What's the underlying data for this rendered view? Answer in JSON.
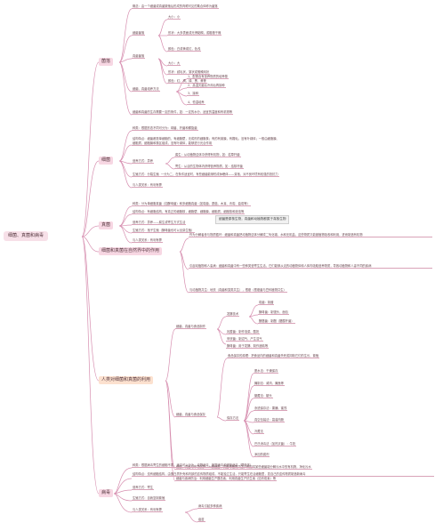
{
  "central": "细菌、真菌和病毒",
  "colors": {
    "edge": "#d78fb0",
    "pink_topic": "#f7d7e3",
    "peach_topic": "#fce1cf"
  },
  "s1": {
    "title": "菌落",
    "concept": "概念：由一个细菌或真菌繁殖后形成的肉眼可见的集合体称为菌落",
    "bac": {
      "label": "细菌菌落",
      "items": [
        "大小：小",
        "形状：大多表面或光滑黏稠，或粗糙干燥",
        "颜色：白或黄或红，色浅"
      ]
    },
    "fun": {
      "label": "真菌菌落",
      "items": [
        "大小：大",
        "形状：绒毛状、絮状或蜘蛛网状",
        "颜色：红、褐、绿、黑、黄等"
      ]
    },
    "cul": {
      "label": "细菌、真菌培养方法",
      "items": [
        "1、配置含有营养物质的培养基",
        "2、高温灭菌后冷却后再接种",
        "3、接种",
        "4、恒温培养"
      ]
    },
    "need": "细菌和真菌的生存需要一定的条件，如：一定的水分、适宜的温度和有机物等"
  },
  "s2": {
    "title": "细菌",
    "kind": "种类：根据形态不同可分为：球菌、杆菌和螺旋菌",
    "struct_a": "结构特点：细菌都是单细胞的，有细胞壁，无成形的细胞核；有的有荚膜，有鞭毛。没有叶绿体；一般由细胞膜、",
    "struct_b": "细胞质、细胞膜和核区组成，没有叶绿体，能够进行光合作用",
    "nut_label": "营养方式：异养",
    "nut_items": [
      "腐生：从动植物遗体中获得有机物，如：枯草杆菌",
      "寄生：从活的生物体内获得营养物质，如：结核杆菌"
    ],
    "life_a": "生殖方式：分裂生殖",
    "life_b": "一分为二，在条件适宜时，有些细菌能够形成休眠体——芽孢，对不良环境有较强的抵抗力",
    "rel": "与人类关系：有利有弊"
  },
  "s3": {
    "title": "真菌",
    "kind": "种类：分为单细胞真菌（如酵母菌）和多细胞真菌（如霉菌、蘑菇、木耳、青霉、曲霉等）",
    "struct": "结构特点：有细胞结构，有真正的细胞核，细胞壁、细胞膜、细胞质、细胞核和液泡等",
    "nut": "营养方式：异养——腐生或寄生方式生活",
    "rep": "生殖方式：孢子生殖（酵母菌也可以出芽生殖）",
    "rel": "与人类关系：有利有弊"
  },
  "callout": "细菌是原核生物，真菌和动植物都属于真核生物",
  "s4": {
    "title": "细菌和真菌在自然界中的作用",
    "items": [
      "作为分解者参与物质循环：细菌和真菌把动植物遗体分解成二氧化碳、水和无机盐，这些物质又能被植物吸收和利用，进而制造有机物",
      "引起动植物和人患病：细菌和真菌中有一些种类营寄生生活，它们能够从活的动植物体和人体内吸取营养物质，导致动植物和人患不同的疾病",
      "与动植物共生：地衣（真菌和藻类共生），根瘤（根瘤菌与豆科植物共生）"
    ]
  },
  "s5": {
    "title": "人类对细菌和真菌的利用",
    "fer": {
      "label": "细菌、真菌与食品制作",
      "sub": "发酵技术",
      "items": [
        "霉菌：制酱",
        "酵母菌：制馒头、面包",
        "酿醋菌：制醋（醋酸杆菌）"
      ],
      "lact": [
        "乳酸菌：制作泡菜、酸奶",
        "甲烷菌：制沼气、产生沼气",
        "酵母菌：用于发酵、制作酒精等"
      ]
    },
    "pre": {
      "label": "细菌、真菌与食品保存",
      "prin": "食品保存的原理：把食品内的细菌和真菌杀死或抑制它们的生长、繁殖",
      "sub": "保存方法",
      "items": [
        "脱水法：干燥保存",
        "腌制法：咸肉、腌鱼等",
        "罐藏法：罐头",
        "渗透保存法：果脯、蜜饯",
        "真空包装法：袋装肉肠",
        "冷藏法",
        "巴氏消毒法（加热灭菌）：牛奶",
        "添加防腐剂"
      ]
    },
    "env": "细菌、真菌与环境保护：一些细菌、真菌与植物共生，例如将某些细菌能分解污水中的有机物，净化污水",
    "med": "细菌与疾病防治：利用细菌生产胰岛素、利用真菌生产抗生素（如青霉素）等"
  },
  "s6": {
    "title": "病毒",
    "kind": "种类：根据病毒寄生的细胞不同，病毒可以分为：动物病毒、植物病毒和细菌病毒（噬菌体）",
    "struct": "结构特点：没有细胞结构，由蛋白质外壳和内部的遗传物质组成，不能独立生活，只能寄生在活细胞里，靠自己的遗传物质制造新病毒",
    "nut": "营养方式：寄生",
    "rep": "生殖方式：自我复制繁殖",
    "rel_label": "与人类关系：有利有弊",
    "rel_items": [
      "病毒引起多种疾病",
      "疫苗"
    ]
  }
}
